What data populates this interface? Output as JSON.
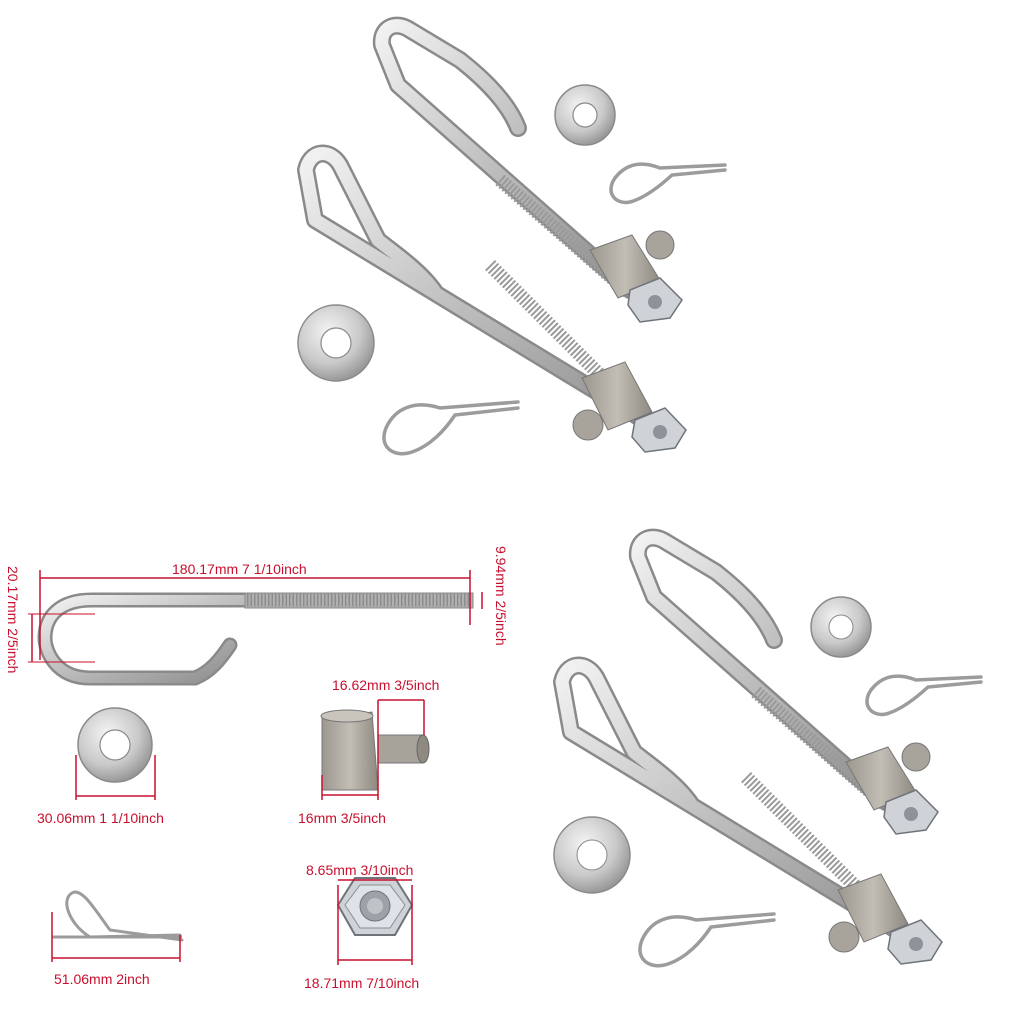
{
  "colors": {
    "background": "#ffffff",
    "dimension": "#c8102e",
    "steel_light": "#e6e6e6",
    "steel_mid": "#b8b8b8",
    "steel_dark": "#7d7d7d",
    "block": "#a9a59d"
  },
  "dimensions": {
    "bolt_length": "180.17mm  7 1/10inch",
    "bolt_hook_height": "20.17mm  2/5inch",
    "bolt_thread_dia": "9.94mm  2/5inch",
    "washer_dia": "30.06mm 1 1/10inch",
    "block_width": "16mm  3/5inch",
    "block_pin_length": "16.62mm  3/5inch",
    "pin_length": "51.06mm  2inch",
    "nut_height": "8.65mm 3/10inch",
    "nut_width": "18.71mm 7/10inch"
  }
}
